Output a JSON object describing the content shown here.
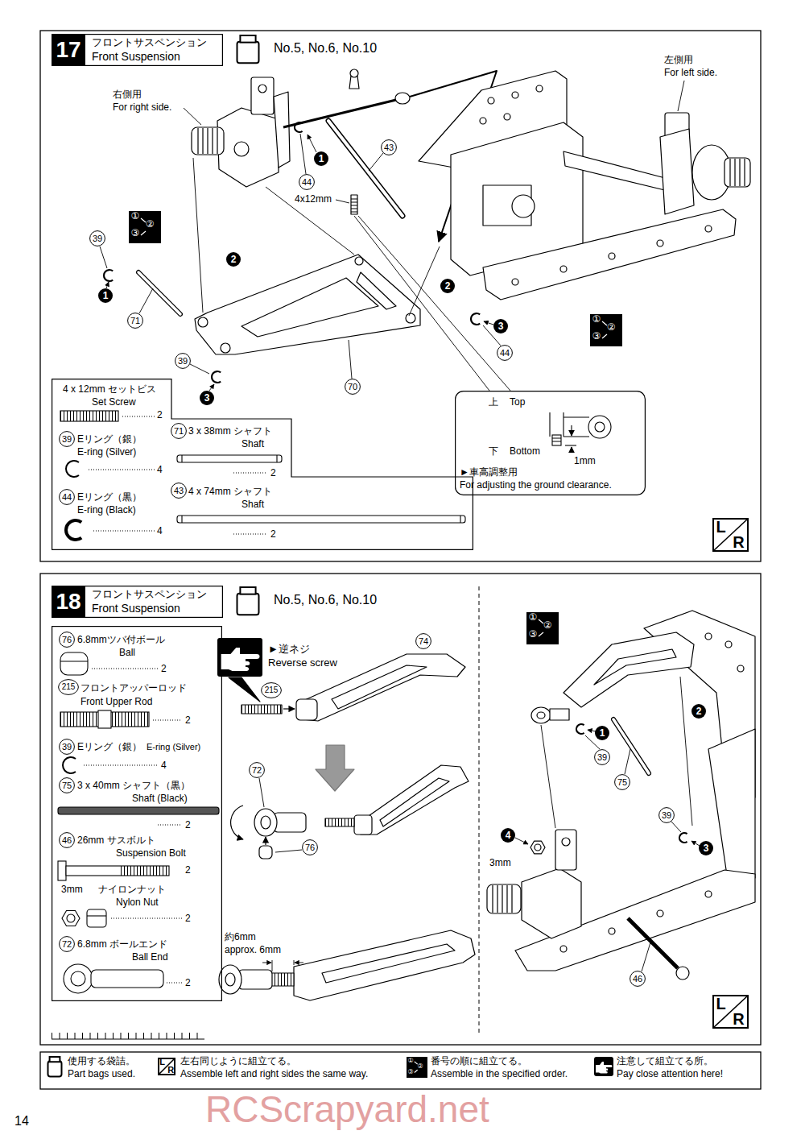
{
  "diagram": {
    "nodes": [
      {
        "text": [
          "17",
          "フロントサスペンション",
          "Front Suspension"
        ]
      },
      {
        "text": [
          "No.5, No.6, No.10"
        ]
      },
      {
        "text": [
          "①",
          "②",
          "③"
        ]
      },
      {
        "text": [
          "39"
        ]
      },
      {
        "text": [
          "1"
        ]
      },
      {
        "text": [
          "71"
        ]
      },
      {
        "text": [
          "2"
        ]
      },
      {
        "text": [
          "44"
        ]
      },
      {
        "text": [
          "1"
        ]
      },
      {
        "text": [
          "43"
        ]
      },
      {
        "text": [
          "2"
        ]
      },
      {
        "text": [
          "39"
        ]
      },
      {
        "text": [
          "3"
        ]
      },
      {
        "text": [
          "70"
        ]
      },
      {
        "text": [
          "3"
        ]
      },
      {
        "text": [
          "44"
        ]
      },
      {
        "text": [
          "①",
          "②",
          "③"
        ]
      },
      {
        "text": [
          "上",
          "Top",
          "下",
          "Bottom",
          "1mm",
          "►車高調整用",
          "For adjusting the ground clearance."
        ]
      },
      {
        "text": [
          "4 x 12mm セットビス",
          "Set Screw",
          "2",
          "Eリング（銀）",
          "E-ring (Silver)",
          "4",
          "Eリング（黒）",
          "E-ring (Black)",
          "4",
          "3 x 38mm シャフト",
          "Shaft",
          "2",
          "4 x 74mm シャフト",
          "Shaft",
          "2"
        ]
      },
      {
        "text": [
          "39"
        ],
        "in": 18
      },
      {
        "text": [
          "44"
        ],
        "in": 18
      },
      {
        "text": [
          "71"
        ],
        "in": 18
      },
      {
        "text": [
          "43"
        ],
        "in": 18
      },
      {
        "text": [
          "L",
          "R"
        ]
      },
      {
        "text": [
          "18",
          "フロントサスペンション",
          "Front Suspension"
        ]
      },
      {
        "text": [
          "No.5, No.6, No.10"
        ]
      },
      {
        "text": [
          "6.8mmツバ付ボール",
          "Ball",
          "2",
          "フロントアッパーロッド",
          "Front Upper Rod",
          "2",
          "Eリング（銀）",
          "E-ring (Silver)",
          "4",
          "3 x 40mm シャフト（黒）",
          "Shaft (Black)",
          "2",
          "26mm サスボルト",
          "Suspension Bolt",
          "2",
          "3mm",
          "ナイロンナット",
          "Nylon Nut",
          "2",
          "6.8mm ボールエンド",
          "Ball End",
          "2"
        ]
      },
      {
        "text": [
          "76"
        ],
        "in": 26
      },
      {
        "text": [
          "215"
        ],
        "in": 26
      },
      {
        "text": [
          "39"
        ],
        "in": 26
      },
      {
        "text": [
          "75"
        ],
        "in": 26
      },
      {
        "text": [
          "46"
        ],
        "in": 26
      },
      {
        "text": [
          "72"
        ],
        "in": 26
      },
      {
        "text": [
          "►逆ネジ",
          "Reverse screw"
        ]
      },
      {
        "text": [
          "74"
        ]
      },
      {
        "text": [
          "215"
        ]
      },
      {
        "text": [
          "72"
        ]
      },
      {
        "text": [
          "76"
        ]
      },
      {
        "text": [
          "①",
          "②",
          "③"
        ]
      },
      {
        "text": [
          "2"
        ]
      },
      {
        "text": [
          "1"
        ]
      },
      {
        "text": [
          "39"
        ]
      },
      {
        "text": [
          "75"
        ]
      },
      {
        "text": [
          "39"
        ]
      },
      {
        "text": [
          "4"
        ]
      },
      {
        "text": [
          "3"
        ]
      },
      {
        "text": [
          "46"
        ]
      },
      {
        "text": [
          "L",
          "R"
        ]
      },
      {
        "text": [
          "使用する袋詰。",
          "Part bags used."
        ]
      },
      {
        "text": [
          "L",
          "R",
          "左右同じように組立てる。",
          "Assemble left and right sides the same way."
        ]
      },
      {
        "text": [
          "①",
          "②",
          "③",
          "番号の順に組立てる。",
          "Assemble in the specified order."
        ]
      },
      {
        "text": [
          "注意して組立てる所。",
          "Pay close attention here!"
        ]
      }
    ],
    "labels": [
      "右側用",
      "For right side.",
      "左側用",
      "For left side.",
      "4x12mm",
      "約6mm",
      "approx. 6mm",
      "3mm",
      "14",
      "RCScrapyard.net"
    ]
  }
}
